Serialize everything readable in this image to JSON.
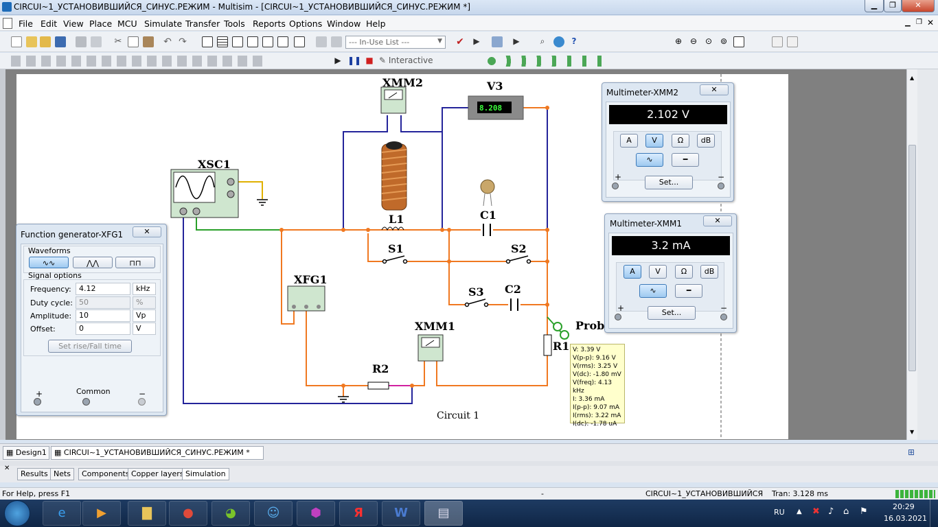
{
  "window": {
    "title": "CIRCUI~1_УСТАНОВИВШИЙСЯ_СИНУС.РЕЖИМ - Multisim - [CIRCUI~1_УСТАНОВИВШИЙСЯ_СИНУС.РЕЖИМ *]"
  },
  "menu": [
    "File",
    "Edit",
    "View",
    "Place",
    "MCU",
    "Simulate",
    "Transfer",
    "Tools",
    "Reports",
    "Options",
    "Window",
    "Help"
  ],
  "toolbar": {
    "in_use_list": "--- In-Use List ---",
    "interactive": "Interactive"
  },
  "schematic": {
    "labels": {
      "xmm2": "XMM2",
      "v3": "V3",
      "xsc1": "XSC1",
      "l1": "L1",
      "c1": "C1",
      "s1": "S1",
      "s2": "S2",
      "xfg1": "XFG1",
      "s3": "S3",
      "c2": "C2",
      "xmm1": "XMM1",
      "r1": "R1",
      "r2": "R2",
      "probe": "Prob",
      "circuit": "Circuit  1"
    },
    "v3_reading": "8.208",
    "probe_readout": [
      "V: 3.39 V",
      "V(p-p): 9.16 V",
      "V(rms): 3.25 V",
      "V(dc): -1.80 mV",
      "V(freq): 4.13 kHz",
      "I: 3.36 mA",
      "I(p-p): 9.07 mA",
      "I(rms): 3.22 mA",
      "I(dc): -1.78 uA"
    ]
  },
  "multimeter_xmm2": {
    "title": "Multimeter-XMM2",
    "display": "2.102 V",
    "buttons": [
      "A",
      "V",
      "Ω",
      "dB"
    ],
    "active": "V",
    "set": "Set...",
    "plus": "+",
    "minus": "−"
  },
  "multimeter_xmm1": {
    "title": "Multimeter-XMM1",
    "display": "3.2 mA",
    "buttons": [
      "A",
      "V",
      "Ω",
      "dB"
    ],
    "active": "A",
    "set": "Set...",
    "plus": "+",
    "minus": "−"
  },
  "function_generator": {
    "title": "Function generator-XFG1",
    "waveforms_label": "Waveforms",
    "signal_options_label": "Signal options",
    "rows": [
      {
        "label": "Frequency:",
        "value": "4.12",
        "unit": "kHz"
      },
      {
        "label": "Duty cycle:",
        "value": "50",
        "unit": "%"
      },
      {
        "label": "Amplitude:",
        "value": "10",
        "unit": "Vp"
      },
      {
        "label": "Offset:",
        "value": "0",
        "unit": "V"
      }
    ],
    "set_rise": "Set rise/Fall time",
    "plus": "+",
    "common": "Common",
    "minus": "−"
  },
  "design_tabs": [
    "Design1",
    "CIRCUI~1_УСТАНОВИВШИЙСЯ_СИНУС.РЕЖИМ *"
  ],
  "bottom_tabs": [
    "Results",
    "Nets",
    "Components",
    "Copper layers",
    "Simulation"
  ],
  "status": {
    "help": "For Help, press F1",
    "dash": "-",
    "file": "CIRCUI~1_УСТАНОВИВШИЙСЯ",
    "tran": "Tran: 3.128 ms"
  },
  "taskbar": {
    "lang": "RU",
    "time": "20:29",
    "date": "16.03.2021"
  },
  "colors": {
    "wire_orange": "#f07820",
    "wire_blue": "#23239a",
    "wire_green": "#2aa02a",
    "wire_magenta": "#d020a0",
    "wire_yellow": "#e0b000"
  }
}
